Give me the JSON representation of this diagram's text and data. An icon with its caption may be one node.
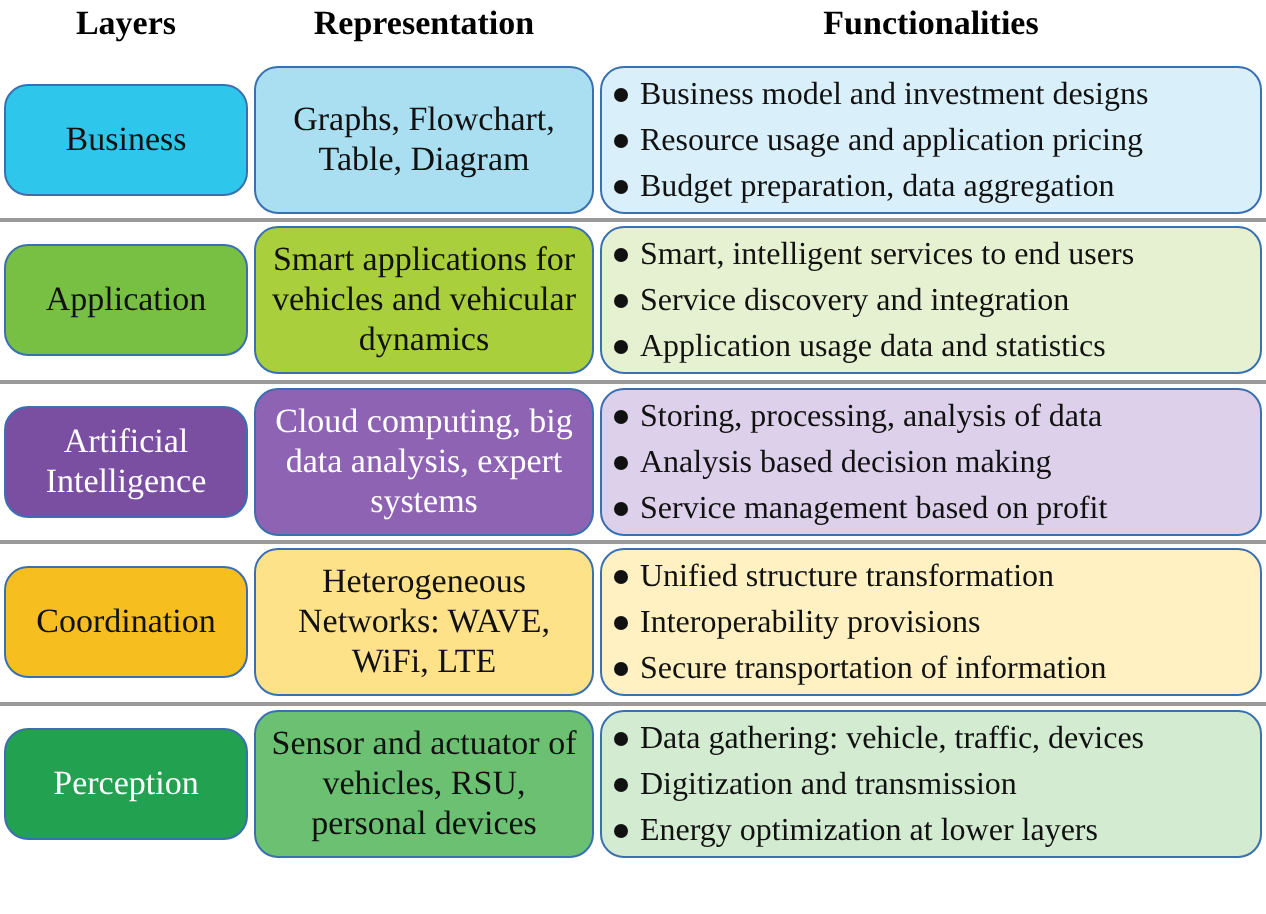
{
  "diagram": {
    "nodes": [
      {
        "text": [
          "Business"
        ]
      },
      {
        "text": [
          "Graphs, Flowchart, Table, Diagram"
        ]
      },
      {
        "text": [
          "Business model and investment designs",
          "Resource usage and application pricing",
          "Budget preparation, data aggregation"
        ]
      },
      {
        "text": [
          "Application"
        ]
      },
      {
        "text": [
          "Smart applications for vehicles and vehicular dynamics"
        ]
      },
      {
        "text": [
          "Smart, intelligent services to end users",
          "Service discovery and integration",
          "Application usage data and statistics"
        ]
      },
      {
        "text": [
          "Artificial Intelligence"
        ]
      },
      {
        "text": [
          "Cloud computing, big data analysis, expert systems"
        ]
      },
      {
        "text": [
          "Storing, processing, analysis of data",
          "Analysis based decision making",
          "Service management based on profit"
        ]
      },
      {
        "text": [
          "Coordination"
        ]
      },
      {
        "text": [
          "Heterogeneous Networks: WAVE, WiFi, LTE"
        ]
      },
      {
        "text": [
          "Unified structure transformation",
          "Interoperability provisions",
          "Secure transportation of information"
        ]
      },
      {
        "text": [
          "Perception"
        ]
      },
      {
        "text": [
          "Sensor and actuator of vehicles, RSU, personal devices"
        ]
      },
      {
        "text": [
          "Data gathering: vehicle, traffic, devices",
          "Digitization and transmission",
          "Energy optimization at lower layers"
        ]
      }
    ],
    "labels": [
      "Layers",
      "Representation",
      "Functionalities"
    ]
  }
}
